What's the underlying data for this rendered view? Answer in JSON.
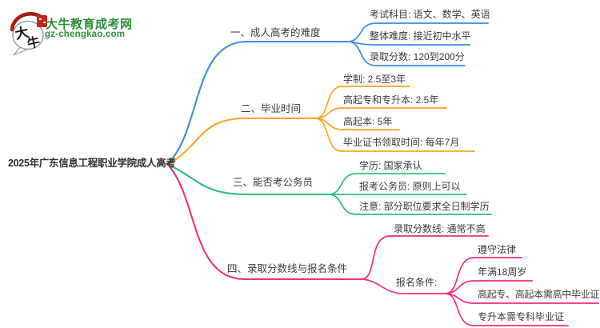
{
  "logo": {
    "title": "大牛教育成考网",
    "domain": "gz-chengkao.com",
    "icon_text_1": "大",
    "icon_text_2": "牛",
    "green": "#2e8f3a",
    "red": "#c3261c",
    "dark_red": "#a61e15"
  },
  "mindmap": {
    "root": {
      "label": "2025年广东信息工程职业学院成人高考"
    },
    "branches": [
      {
        "label": "一、成人高考的难度",
        "color": "#3b8ce4",
        "children": [
          {
            "text": "考试科目: 语文、数学、英语"
          },
          {
            "text": "整体难度: 接近初中水平"
          },
          {
            "text": "录取分数: 120到200分"
          }
        ]
      },
      {
        "label": "二、毕业时间",
        "color": "#f5a623",
        "children": [
          {
            "text": "学制: 2.5至3年"
          },
          {
            "text": "高起专和专升本: 2.5年"
          },
          {
            "text": "高起本: 5年"
          },
          {
            "text": "毕业证书领取时间: 每年7月"
          }
        ]
      },
      {
        "label": "三、能否考公务员",
        "color": "#2fbf7a",
        "children": [
          {
            "text": "学历: 国家承认"
          },
          {
            "text": "报考公务员: 原则上可以"
          },
          {
            "text": "注意: 部分职位要求全日制学历"
          }
        ]
      },
      {
        "label": "四、录取分数线与报名条件",
        "color": "#ef2f7c",
        "children": [
          {
            "text": "录取分数线: 通常不高"
          },
          {
            "text": "报名条件:",
            "children": [
              {
                "text": "遵守法律"
              },
              {
                "text": "年满18周岁"
              },
              {
                "text": "高起专、高起本需高中毕业证"
              },
              {
                "text": "专升本需专科毕业证"
              }
            ]
          }
        ]
      }
    ]
  }
}
